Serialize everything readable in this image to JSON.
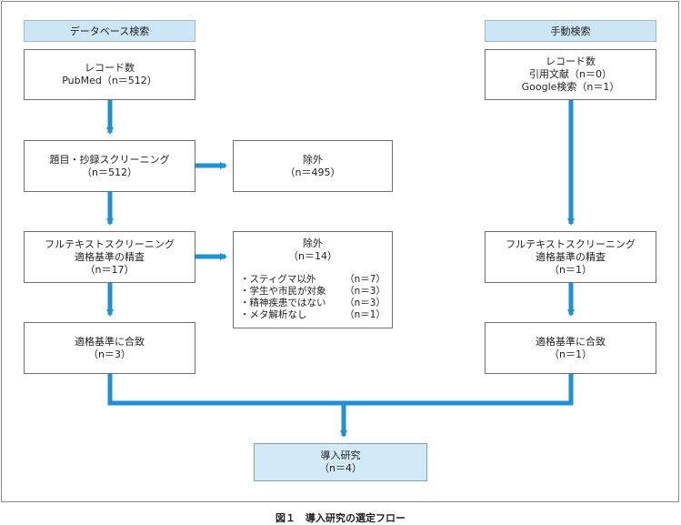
{
  "headers": {
    "database": "データベース検索",
    "manual": "手動検索"
  },
  "boxes": {
    "records_db": {
      "line1": "レコード数",
      "line2": "PubMed（n＝512）"
    },
    "screen_title": {
      "line1": "題目・抄録スクリーニング",
      "line2": "（n＝512）"
    },
    "excluded1": {
      "line1": "除外",
      "line2": "（n＝495）"
    },
    "fulltext_db": {
      "line1": "フルテキストスクリーニング",
      "line2": "適格基準の精査",
      "line3": "（n＝17）"
    },
    "excluded2": {
      "line1": "除外",
      "line2": "（n＝14）",
      "reasons": [
        {
          "reason": "・スティグマ以外",
          "count": "（n＝7）"
        },
        {
          "reason": "・学生や市民が対象",
          "count": "（n＝3）"
        },
        {
          "reason": "・精神疾患ではない",
          "count": "（n＝3）"
        },
        {
          "reason": "・メタ解析なし",
          "count": "（n＝1）"
        }
      ]
    },
    "eligible_db": {
      "line1": "適格基準に合致",
      "line2": "（n＝3）"
    },
    "records_manual": {
      "line1": "レコード数",
      "line2": "引用文献（n＝0）",
      "line3": "Google検索（n＝1）"
    },
    "fulltext_manual": {
      "line1": "フルテキストスクリーニング",
      "line2": "適格基準の精査",
      "line3": "（n＝1）"
    },
    "eligible_manual": {
      "line1": "適格基準に合致",
      "line2": "（n＝1）"
    },
    "included": {
      "line1": "導入研究",
      "line2": "（n＝4）"
    }
  },
  "caption": "図１　導入研究の選定フロー",
  "colors": {
    "arrow": "#1e90d6",
    "header_fill": "#cde6f7",
    "final_fill": "#d2e9f8"
  }
}
